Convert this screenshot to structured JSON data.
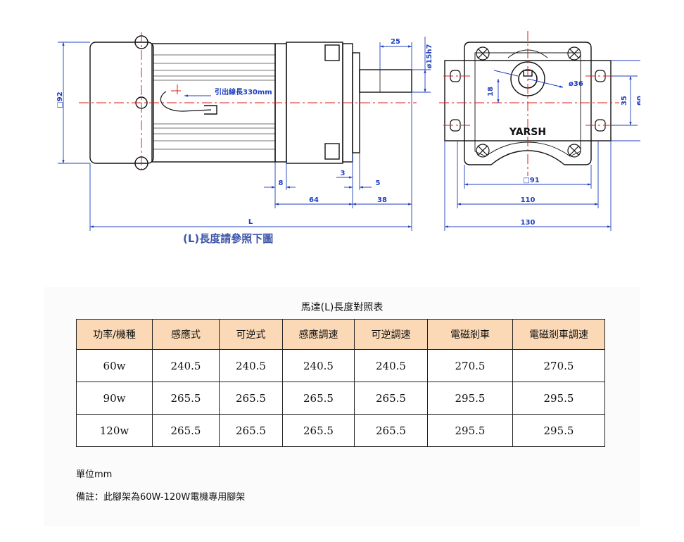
{
  "drawing": {
    "side_view": {
      "dims": {
        "height": "□92",
        "lead_wire": "引出線長330mm",
        "shaft_dia": "ø15h7",
        "shaft_len": "25",
        "d8": "8",
        "d3": "3",
        "d5": "5",
        "d64": "64",
        "d38": "38",
        "total": "L"
      }
    },
    "front_view": {
      "brand": "YARSH",
      "dims": {
        "d18": "18",
        "d36": "ø36",
        "d35": "35",
        "d60": "60",
        "d91": "□91",
        "d110": "110",
        "d130": "130"
      }
    },
    "caption": "(L)長度請參照下圖"
  },
  "table": {
    "title": "馬達(L)長度對照表",
    "headers": [
      "功率/機種",
      "感應式",
      "可逆式",
      "感應調速",
      "可逆調速",
      "電磁剎車",
      "電磁剎車調速"
    ],
    "rows": [
      [
        "60w",
        "240.5",
        "240.5",
        "240.5",
        "240.5",
        "270.5",
        "270.5"
      ],
      [
        "90w",
        "265.5",
        "265.5",
        "265.5",
        "265.5",
        "295.5",
        "295.5"
      ],
      [
        "120w",
        "265.5",
        "265.5",
        "265.5",
        "265.5",
        "295.5",
        "295.5"
      ]
    ]
  },
  "notes": {
    "unit": "單位mm",
    "remark": "備註：此腳架為60W-120W電機專用腳架"
  },
  "colors": {
    "dimension_line": "#1f3fbf",
    "center_line": "#e01818",
    "outline": "#111111",
    "table_header_bg": "#fbd9b6",
    "caption": "#3f56a8"
  }
}
